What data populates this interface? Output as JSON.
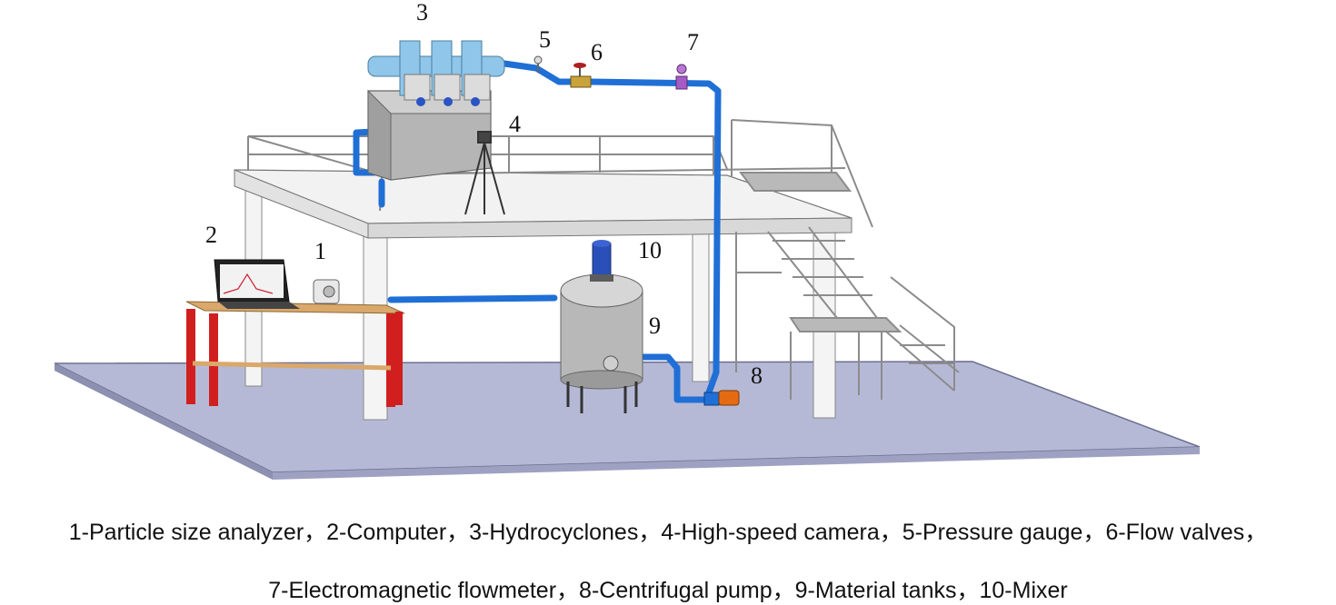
{
  "labels": {
    "n1": "1",
    "n2": "2",
    "n3": "3",
    "n4": "4",
    "n5": "5",
    "n6": "6",
    "n7": "7",
    "n8": "8",
    "n9": "9",
    "n10": "10"
  },
  "caption": {
    "line1": "1-Particle size analyzer，2-Computer，3-Hydrocyclones，4-High-speed camera，5-Pressure gauge，6-Flow valves，",
    "line2": "7-Electromagnetic flowmeter，8-Centrifugal pump，9-Material tanks，10-Mixer"
  },
  "colors": {
    "floor": "#b6b9d6",
    "pipe": "#1f6fd6",
    "table_legs": "#d11f1f",
    "tabletop": "#d9a86a",
    "platform": "#f2f2f2",
    "tank": "#b8b8b8",
    "motor": "#e56b12"
  }
}
